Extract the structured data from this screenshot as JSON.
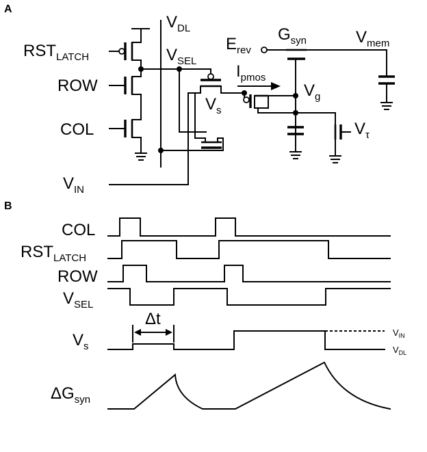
{
  "panel_a": {
    "tag": "A",
    "labels": {
      "vdl": {
        "main": "V",
        "sub": "DL"
      },
      "rst_latch": {
        "main": "RST",
        "sub": "LATCH"
      },
      "vsel": {
        "main": "V",
        "sub": "SEL"
      },
      "row": {
        "main": "ROW",
        "sub": ""
      },
      "col": {
        "main": "COL",
        "sub": ""
      },
      "vs": {
        "main": "V",
        "sub": "s"
      },
      "vin": {
        "main": "V",
        "sub": "IN"
      },
      "erev": {
        "main": "E",
        "sub": "rev"
      },
      "gsyn": {
        "main": "G",
        "sub": "syn"
      },
      "vmem": {
        "main": "V",
        "sub": "mem"
      },
      "ipmos": {
        "main": "I",
        "sub": "pmos"
      },
      "vg": {
        "main": "V",
        "sub": "g"
      },
      "vtau": {
        "main": "V",
        "sub": "τ"
      }
    }
  },
  "panel_b": {
    "tag": "B",
    "signals": [
      {
        "id": "col",
        "main": "COL",
        "sub": ""
      },
      {
        "id": "rst_latch",
        "main": "RST",
        "sub": "LATCH"
      },
      {
        "id": "row",
        "main": "ROW",
        "sub": ""
      },
      {
        "id": "vsel",
        "main": "V",
        "sub": "SEL"
      },
      {
        "id": "vs",
        "main": "V",
        "sub": "s"
      },
      {
        "id": "dgsyn",
        "main": "ΔG",
        "sub": "syn"
      }
    ],
    "delta_t": "Δt",
    "level_labels": {
      "vin": {
        "main": "V",
        "sub": "IN"
      },
      "vdl": {
        "main": "V",
        "sub": "DL"
      }
    }
  }
}
